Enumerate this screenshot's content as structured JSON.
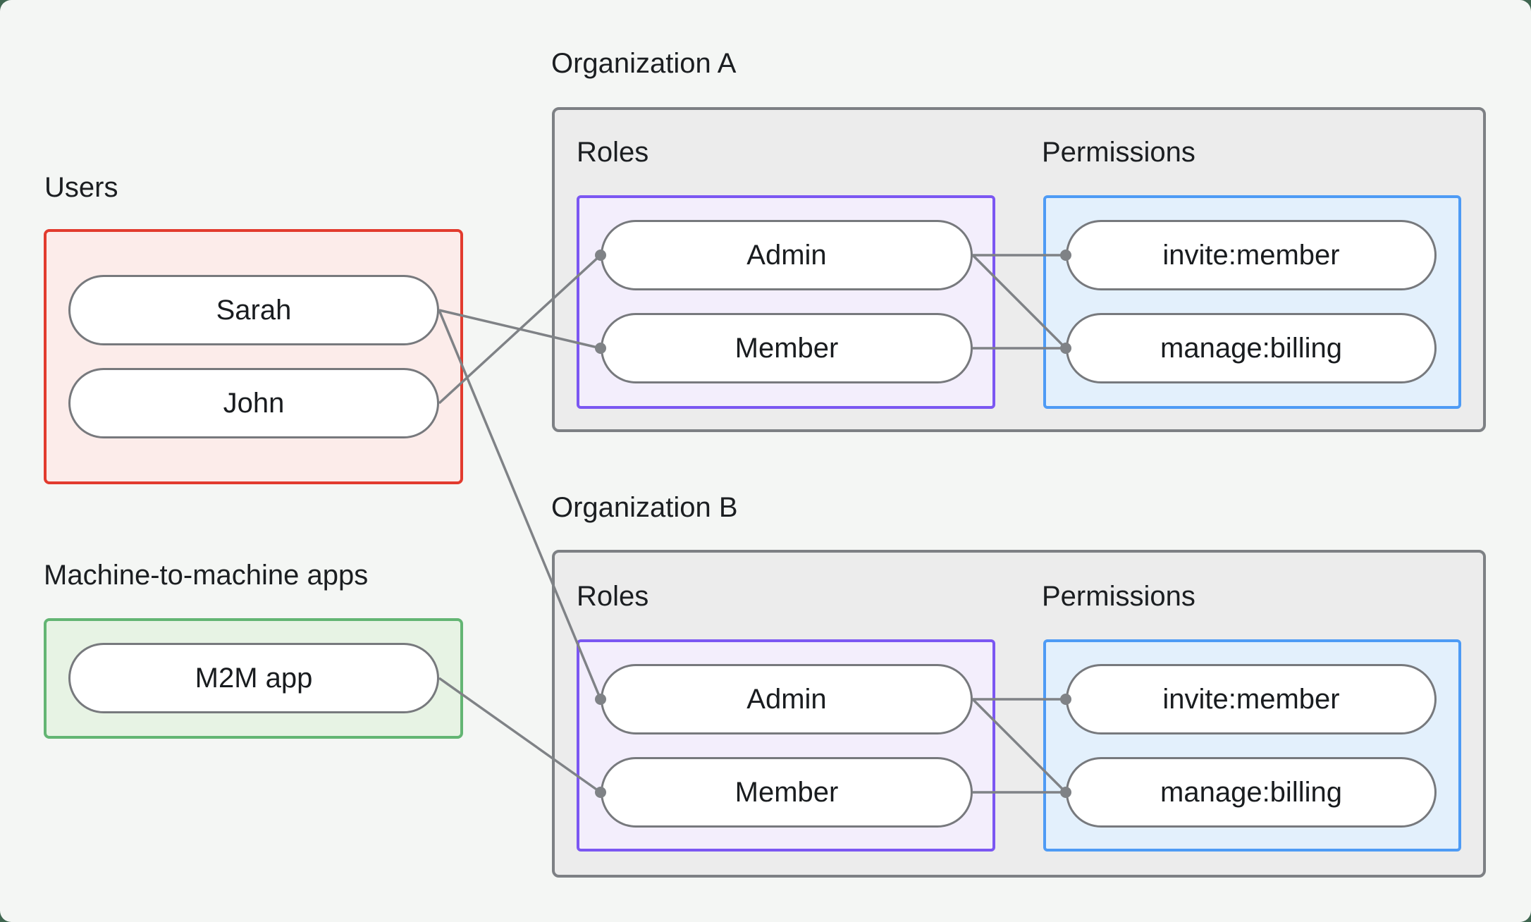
{
  "groups": {
    "users": {
      "label": "Users",
      "items": [
        "Sarah",
        "John"
      ]
    },
    "m2m": {
      "label": "Machine-to-machine apps",
      "items": [
        "M2M app"
      ]
    },
    "org_a": {
      "title": "Organization A",
      "roles_label": "Roles",
      "permissions_label": "Permissions",
      "roles": [
        "Admin",
        "Member"
      ],
      "permissions": [
        "invite:member",
        "manage:billing"
      ]
    },
    "org_b": {
      "title": "Organization B",
      "roles_label": "Roles",
      "permissions_label": "Permissions",
      "roles": [
        "Admin",
        "Member"
      ],
      "permissions": [
        "invite:member",
        "manage:billing"
      ]
    }
  },
  "connections": [
    {
      "from": "Sarah",
      "to": "Organization A / Member"
    },
    {
      "from": "Sarah",
      "to": "Organization B / Admin"
    },
    {
      "from": "John",
      "to": "Organization A / Admin"
    },
    {
      "from": "M2M app",
      "to": "Organization B / Member"
    },
    {
      "from": "Organization A / Admin",
      "to": "Organization A / invite:member"
    },
    {
      "from": "Organization A / Admin",
      "to": "Organization A / manage:billing"
    },
    {
      "from": "Organization A / Member",
      "to": "Organization A / manage:billing"
    },
    {
      "from": "Organization B / Admin",
      "to": "Organization B / invite:member"
    },
    {
      "from": "Organization B / Admin",
      "to": "Organization B / manage:billing"
    },
    {
      "from": "Organization B / Member",
      "to": "Organization B / manage:billing"
    }
  ],
  "colors": {
    "outer_background": "#3f6650",
    "card_background": "#f4f6f4",
    "users_border": "#e23b2e",
    "users_fill": "#fcecea",
    "m2m_border": "#63b573",
    "m2m_fill": "#e7f3e4",
    "roles_border": "#7b57f2",
    "roles_fill": "#f3eefc",
    "permissions_border": "#4e9bf5",
    "permissions_fill": "#e3f0fc",
    "org_fill": "#ececec",
    "org_border": "#7d8084",
    "connector": "#7f8286",
    "text": "#191c1f"
  }
}
